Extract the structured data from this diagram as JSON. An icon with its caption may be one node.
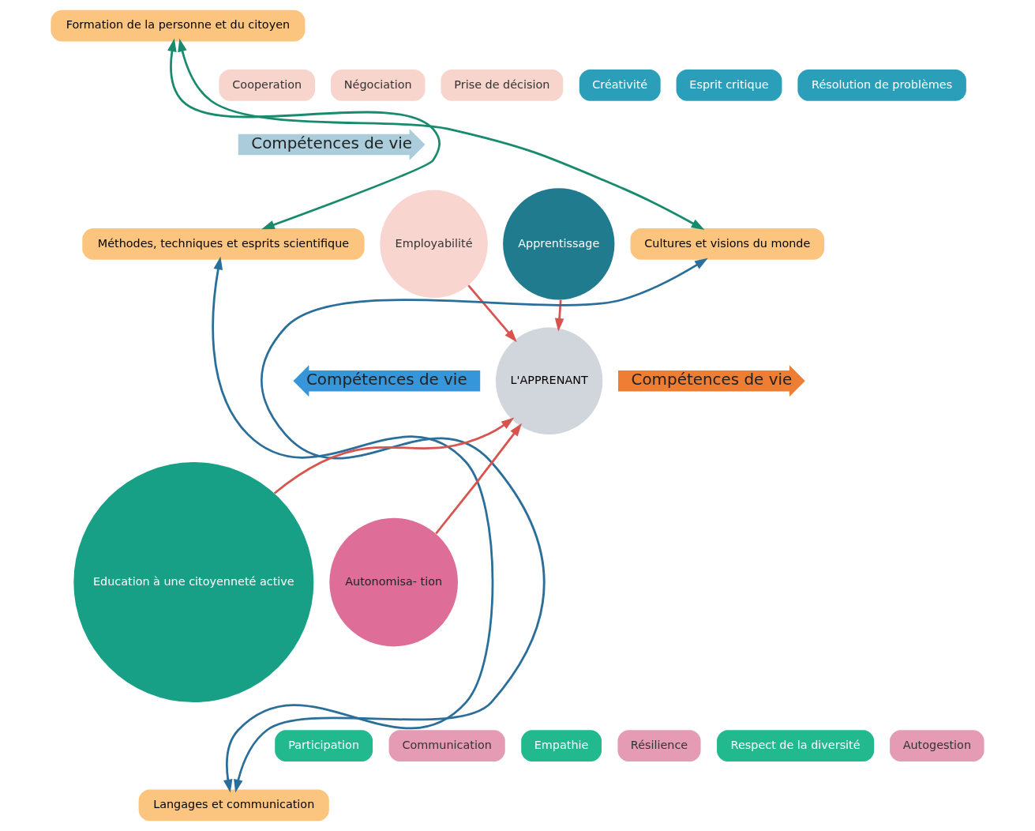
{
  "diagram": {
    "nodes": [
      {
        "text": [
          "Formation de la personne et du citoyen"
        ]
      },
      {
        "text": [
          "Cooperation"
        ]
      },
      {
        "text": [
          "Négociation"
        ]
      },
      {
        "text": [
          "Prise de décision"
        ]
      },
      {
        "text": [
          "Créativité"
        ]
      },
      {
        "text": [
          "Esprit critique"
        ]
      },
      {
        "text": [
          "Résolution de problèmes"
        ]
      },
      {
        "text": [
          "Compétences de vie"
        ]
      },
      {
        "text": [
          "Méthodes, techniques et esprits scientifique"
        ]
      },
      {
        "text": [
          "Compétences de vie"
        ]
      },
      {
        "text": [
          "Employabilité"
        ]
      },
      {
        "text": [
          "Apprentissage"
        ]
      },
      {
        "text": [
          "L'APPRENANT"
        ]
      },
      {
        "text": [
          "Cultures et visions du monde"
        ]
      },
      {
        "text": [
          "Education à une citoyenneté active"
        ]
      },
      {
        "text": [
          "Autonomisa- tion"
        ]
      },
      {
        "text": [
          "Compétences de vie"
        ]
      },
      {
        "text": [
          "Participation"
        ]
      },
      {
        "text": [
          "Communication"
        ]
      },
      {
        "text": [
          "Empathie"
        ]
      },
      {
        "text": [
          "Résilience"
        ]
      },
      {
        "text": [
          "Respect de la diversité"
        ]
      },
      {
        "text": [
          "Autogestion"
        ]
      },
      {
        "text": [
          "Langages et communication"
        ]
      }
    ],
    "edges": [
      {
        "from": 8,
        "to": 0,
        "arrow": "both",
        "color": "#1a8a6e"
      },
      {
        "from": 13,
        "to": 0,
        "arrow": "both",
        "color": "#1a8a6e"
      },
      {
        "from": 8,
        "to": 23,
        "arrow": "both",
        "color": "#2a6e9a"
      },
      {
        "from": 13,
        "to": 23,
        "arrow": "both",
        "color": "#2a6e9a"
      },
      {
        "from": 10,
        "to": 12,
        "arrow": "to",
        "color": "#d9534f"
      },
      {
        "from": 11,
        "to": 12,
        "arrow": "to",
        "color": "#d9534f"
      },
      {
        "from": 14,
        "to": 12,
        "arrow": "to",
        "color": "#d9534f"
      },
      {
        "from": 15,
        "to": 12,
        "arrow": "to",
        "color": "#d9534f"
      }
    ]
  }
}
